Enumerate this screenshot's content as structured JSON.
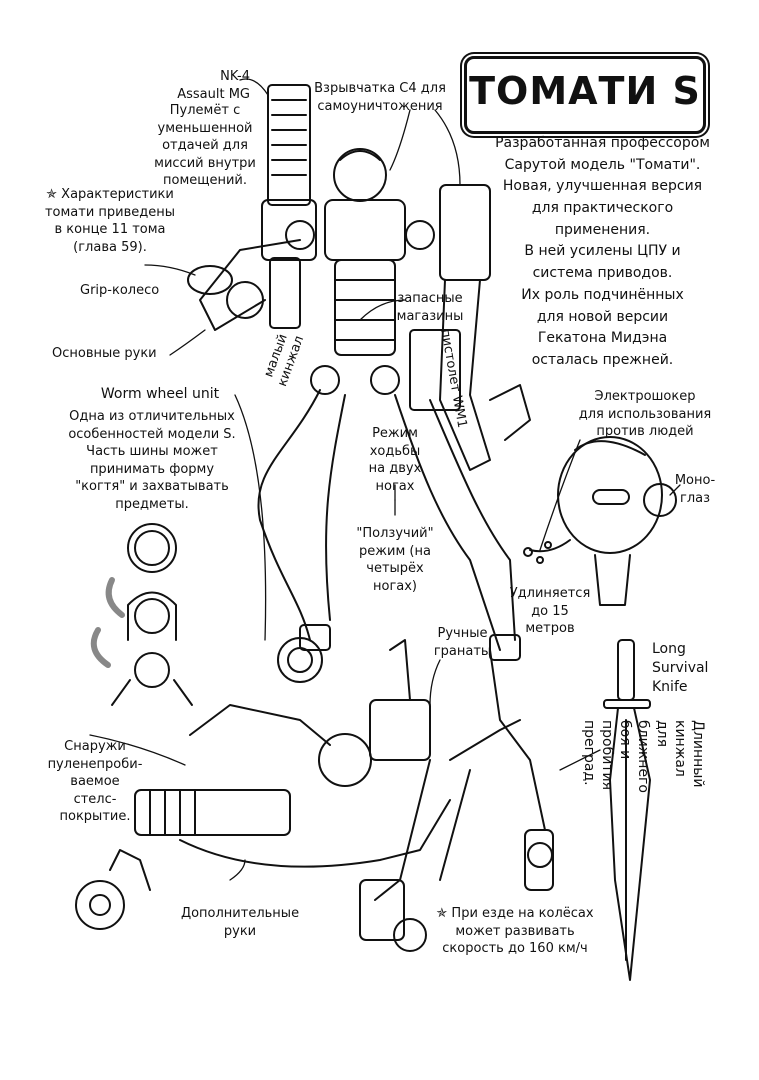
{
  "title": "ТОМАТИ S",
  "description": "Разработанная профессором\nСарутой модель \"Томати\".\nНовая, улучшенная версия\nдля практического\nприменения.\nВ ней усилены ЦПУ и\nсистема приводов.\nИх роль подчинённых\nдля новой версии\nГекатона Мидэна\nосталась прежней.",
  "labels": {
    "nk4": "NK-4\nAssault MG",
    "mg_desc": "Пулемёт с\nуменьшенной\nотдачей для\nмиссий внутри\nпомещений.",
    "c4": "Взрывчатка С4 для\nсамоуничтожения",
    "specs": "✯ Характеристики\nтомати приведены\nв конце 11 тома\n(глава 59).",
    "grip": "Grip-колесо",
    "spare_mags": "запасные\nмагазины",
    "main_arms": "Основные руки",
    "small_dagger": "малый\nкинжал",
    "pistol": "пистолет WM1",
    "worm_title": "Worm wheel unit",
    "worm_desc": "Одна из отличительных\nособенностей модели S.\nЧасть шины может\nпринимать форму\n\"когтя\" и захватывать\nпредметы.",
    "walk": "Режим\nходьбы\nна двух\nногах",
    "crawl": "\"Ползучий\"\nрежим (на\nчетырёх\nногах)",
    "shocker": "Электрошокер\nдля использования\nпротив людей",
    "mono": "Моно-\nглаз",
    "extends": "Удлиняется\nдо 15\nметров",
    "grenades": "Ручные\nгранаты",
    "knife": "Long\nSurvival\nKnife",
    "knife_desc": "Длинный кинжал\nдля ближнего боя и пробития преград.",
    "stealth": "Снаружи\nпуленепроби-\nваемое\nстелс-\nпокрытие.",
    "extra_arms": "Дополнительные\nруки",
    "speed": "✯ При езде на колёсах\nможет развивать\nскорость до 160 км/ч"
  }
}
